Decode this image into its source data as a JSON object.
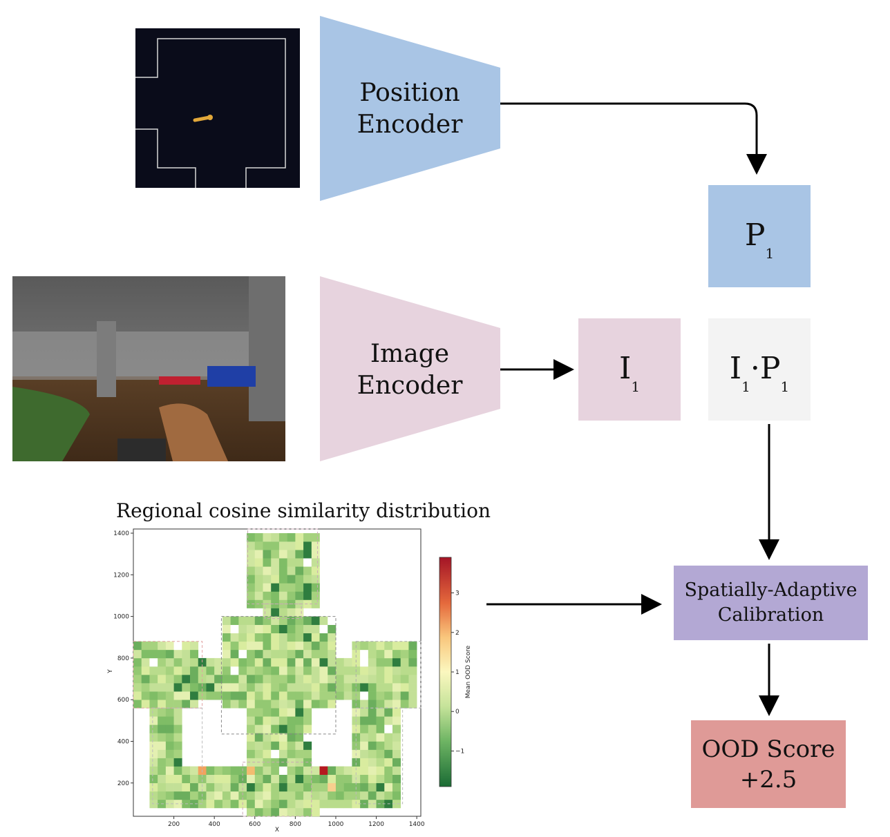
{
  "position_encoder": {
    "line1": "Position",
    "line2": "Encoder"
  },
  "image_encoder": {
    "line1": "Image",
    "line2": "Encoder"
  },
  "p_box": {
    "symbol": "P",
    "sub": "1"
  },
  "i_box": {
    "symbol": "I",
    "sub": "1"
  },
  "ip_box": {
    "sym1": "I",
    "sub1": "1",
    "dot": "·",
    "sym2": "P",
    "sub2": "1"
  },
  "calibration": {
    "line1": "Spatially-Adaptive",
    "line2": "Calibration"
  },
  "ood": {
    "line1": "OOD Score",
    "line2": "+2.5"
  },
  "chart_title": "Regional cosine similarity distribution",
  "colors": {
    "position": "#a9c5e5",
    "image": "#e7d3de",
    "ip": "#f3f3f3",
    "calibration": "#b3a8d4",
    "ood": "#df9a97"
  },
  "chart_data": {
    "type": "heatmap",
    "xlabel": "X",
    "ylabel": "Y",
    "xlim": [
      0,
      1420
    ],
    "ylim": [
      40,
      1420
    ],
    "xticks": [
      "200",
      "400",
      "600",
      "800",
      "1000",
      "1200",
      "1400"
    ],
    "yticks": [
      "200",
      "400",
      "600",
      "800",
      "1000",
      "1200",
      "1400"
    ],
    "colorbar_label": "Mean OOD Score",
    "colorbar_ticks": [
      "3",
      "2",
      "1",
      "0",
      "−1"
    ],
    "colorbar_range": [
      -1.9,
      3.9
    ]
  }
}
